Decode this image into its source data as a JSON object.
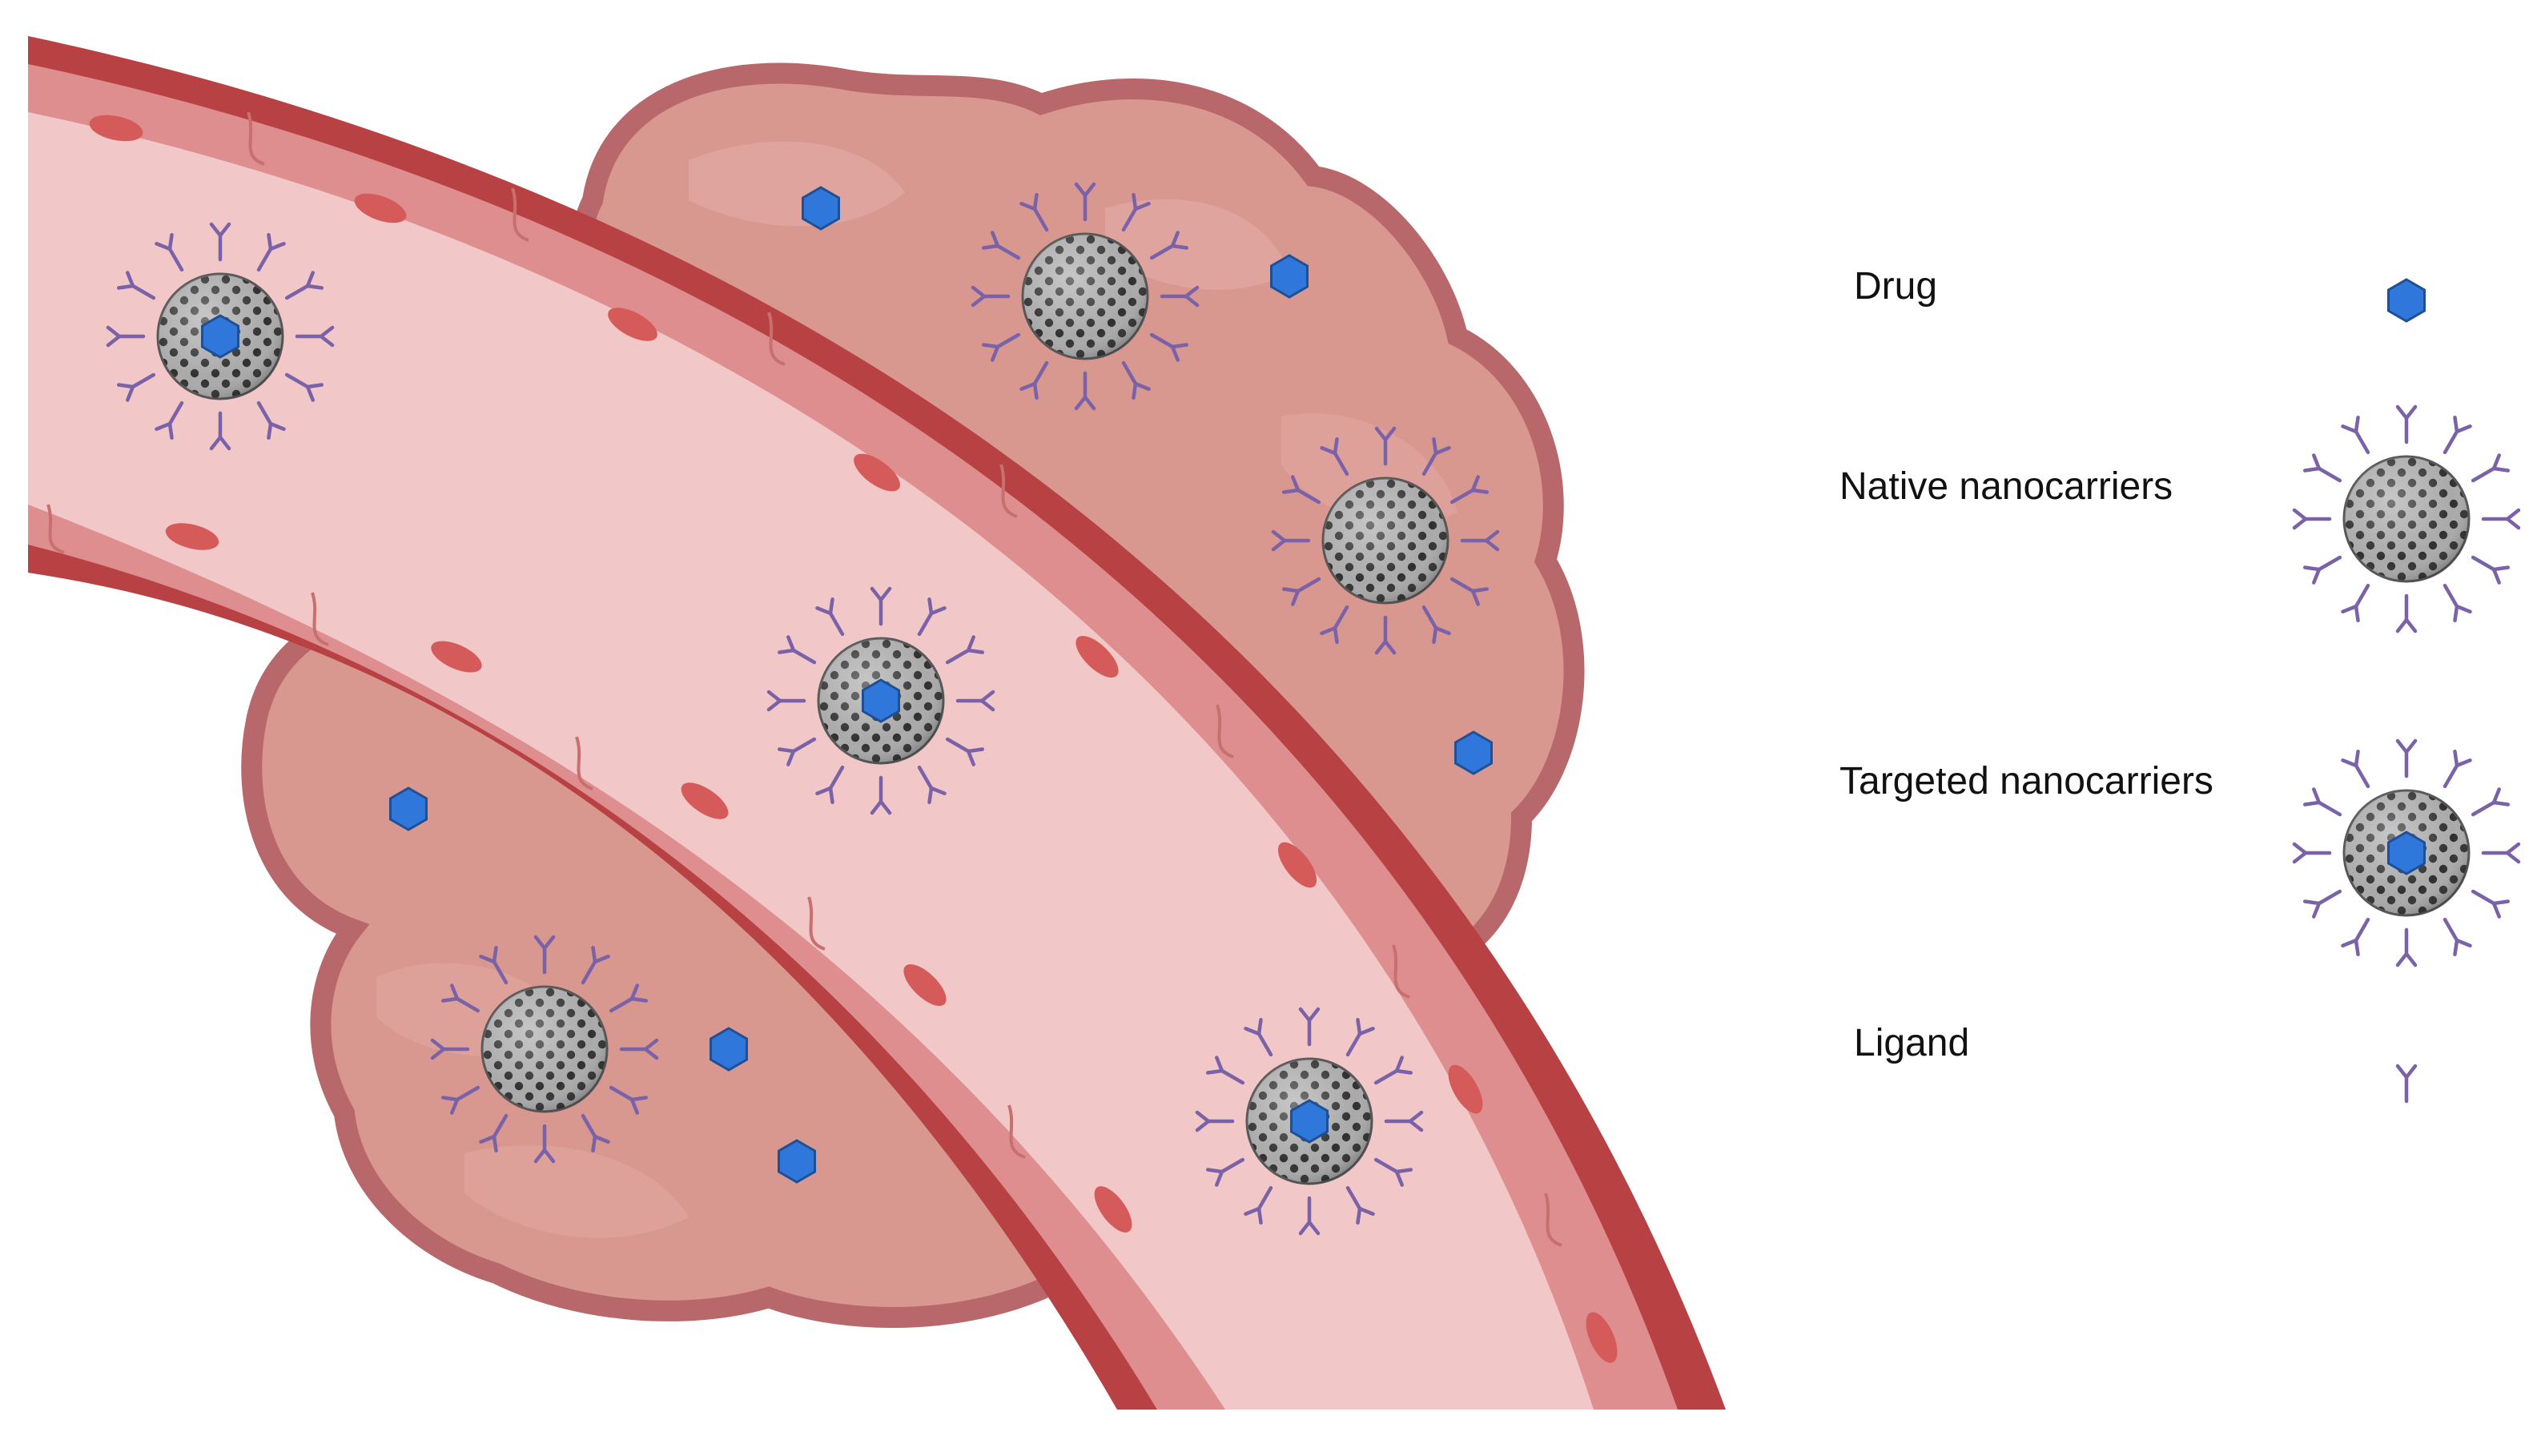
{
  "legend": {
    "drug": "Drug",
    "native": "Native nanocarriers",
    "targeted": "Targeted nanocarriers",
    "ligand": "Ligand"
  },
  "colors": {
    "vessel_wall": "#b84144",
    "vessel_lumen": "#f1c7c7",
    "endothelial_cell": "#de8e8e",
    "nucleus": "#d55a5a",
    "tumor": "#d8978f",
    "tumor_edge": "#b8676a",
    "drug": "#2f77db",
    "ligand": "#7a62a8",
    "nanocarrier": "#a8a8a8"
  },
  "icons": [
    "drug-hexagon-icon",
    "nanocarrier-icon",
    "ligand-icon"
  ]
}
